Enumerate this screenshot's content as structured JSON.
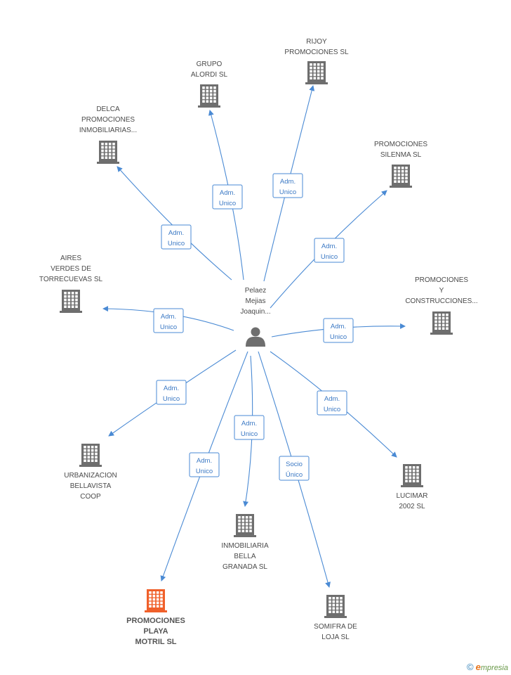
{
  "center": {
    "label": [
      "Pelaez",
      "Mejias",
      "Joaquin..."
    ],
    "icon": "person-icon"
  },
  "companies": [
    {
      "id": "rijoy",
      "label": [
        "RIJOY",
        "PROMOCIONES SL"
      ],
      "icon": "building-icon",
      "color": "#6e6e6e"
    },
    {
      "id": "alordi",
      "label": [
        "GRUPO",
        "ALORDI SL"
      ],
      "icon": "building-icon",
      "color": "#6e6e6e"
    },
    {
      "id": "delca",
      "label": [
        "DELCA",
        "PROMOCIONES",
        "INMOBILIARIAS..."
      ],
      "icon": "building-icon",
      "color": "#6e6e6e"
    },
    {
      "id": "silenma",
      "label": [
        "PROMOCIONES",
        "SILENMA  SL"
      ],
      "icon": "building-icon",
      "color": "#6e6e6e"
    },
    {
      "id": "aires",
      "label": [
        "AIRES",
        "VERDES DE",
        "TORRECUEVAS SL"
      ],
      "icon": "building-icon",
      "color": "#6e6e6e"
    },
    {
      "id": "construcciones",
      "label": [
        "PROMOCIONES",
        "Y",
        "CONSTRUCCIONES..."
      ],
      "icon": "building-icon",
      "color": "#6e6e6e"
    },
    {
      "id": "urbanizacion",
      "label": [
        "URBANIZACION",
        "BELLAVISTA",
        "COOP"
      ],
      "icon": "building-icon",
      "color": "#6e6e6e"
    },
    {
      "id": "lucimar",
      "label": [
        "LUCIMAR",
        "2002 SL"
      ],
      "icon": "building-icon",
      "color": "#6e6e6e"
    },
    {
      "id": "bellagranada",
      "label": [
        "INMOBILIARIA",
        "BELLA",
        "GRANADA SL"
      ],
      "icon": "building-icon",
      "color": "#6e6e6e"
    },
    {
      "id": "playamotril",
      "label": [
        "PROMOCIONES",
        "PLAYA",
        "MOTRIL SL"
      ],
      "icon": "building-icon",
      "color": "#f0602a",
      "highlight": true
    },
    {
      "id": "somifra",
      "label": [
        "SOMIFRA DE",
        "LOJA SL"
      ],
      "icon": "building-icon",
      "color": "#6e6e6e"
    }
  ],
  "relations": [
    {
      "to": "rijoy",
      "label": [
        "Adm.",
        "Unico"
      ]
    },
    {
      "to": "alordi",
      "label": [
        "Adm.",
        "Unico"
      ]
    },
    {
      "to": "delca",
      "label": [
        "Adm.",
        "Unico"
      ]
    },
    {
      "to": "silenma",
      "label": [
        "Adm.",
        "Unico"
      ]
    },
    {
      "to": "aires",
      "label": [
        "Adm.",
        "Unico"
      ]
    },
    {
      "to": "construcciones",
      "label": [
        "Adm.",
        "Unico"
      ]
    },
    {
      "to": "urbanizacion",
      "label": [
        "Adm.",
        "Unico"
      ]
    },
    {
      "to": "lucimar",
      "label": [
        "Adm.",
        "Unico"
      ]
    },
    {
      "to": "bellagranada",
      "label": [
        "Adm.",
        "Unico"
      ]
    },
    {
      "to": "playamotril",
      "label": [
        "Adm.",
        "Unico"
      ]
    },
    {
      "to": "somifra",
      "label": [
        "Socio",
        "Único"
      ]
    }
  ],
  "colors": {
    "edge": "#4a8ad4",
    "building": "#6e6e6e",
    "highlight": "#f0602a",
    "person": "#6e6e6e"
  },
  "footer": {
    "copyright": "©",
    "brand_initial": "e",
    "brand_rest": "mpresia"
  }
}
